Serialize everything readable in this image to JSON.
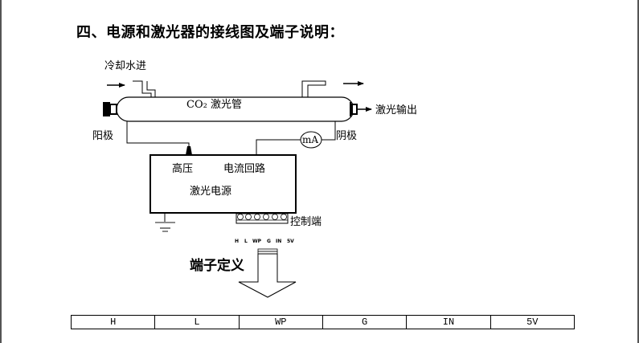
{
  "heading": "四、电源和激光器的接线图及端子说明：",
  "diagram": {
    "coolant_in_label": "冷却水进",
    "tube_label": "CO₂ 激光管",
    "laser_output_label": "激光输出",
    "anode_label": "阳极",
    "cathode_label": "阴极",
    "meter_label": "mA",
    "psu": {
      "high_voltage_label": "高压",
      "current_loop_label": "电流回路",
      "name_label": "激光电源"
    },
    "control_terminal_label": "控制端",
    "terminal_pins": [
      "H",
      "L",
      "WP",
      "G",
      "IN",
      "5V"
    ],
    "terminal_definition_label": "端子定义"
  },
  "terminal_table": {
    "cells": [
      "H",
      "L",
      "WP",
      "G",
      "IN",
      "5V"
    ]
  }
}
